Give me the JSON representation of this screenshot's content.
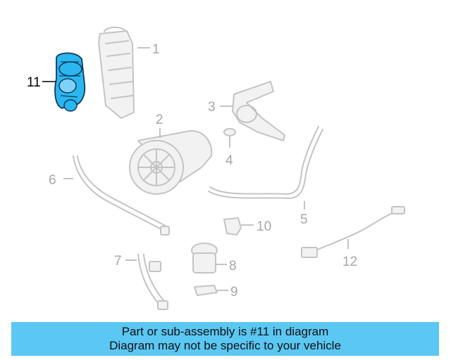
{
  "diagram": {
    "callouts": [
      {
        "id": "1",
        "label": "1",
        "highlighted": false
      },
      {
        "id": "2",
        "label": "2",
        "highlighted": false
      },
      {
        "id": "3",
        "label": "3",
        "highlighted": false
      },
      {
        "id": "4",
        "label": "4",
        "highlighted": false
      },
      {
        "id": "5",
        "label": "5",
        "highlighted": false
      },
      {
        "id": "6",
        "label": "6",
        "highlighted": false
      },
      {
        "id": "7",
        "label": "7",
        "highlighted": false
      },
      {
        "id": "8",
        "label": "8",
        "highlighted": false
      },
      {
        "id": "9",
        "label": "9",
        "highlighted": false
      },
      {
        "id": "10",
        "label": "10",
        "highlighted": false
      },
      {
        "id": "11",
        "label": "11",
        "highlighted": true
      },
      {
        "id": "12",
        "label": "12",
        "highlighted": false
      }
    ],
    "highlight_color": "#2bb6f0"
  },
  "banner": {
    "line1": "Part or sub-assembly is #11 in diagram",
    "line2": "Diagram may not be specific to your vehicle",
    "color": "#5bc7f3"
  }
}
